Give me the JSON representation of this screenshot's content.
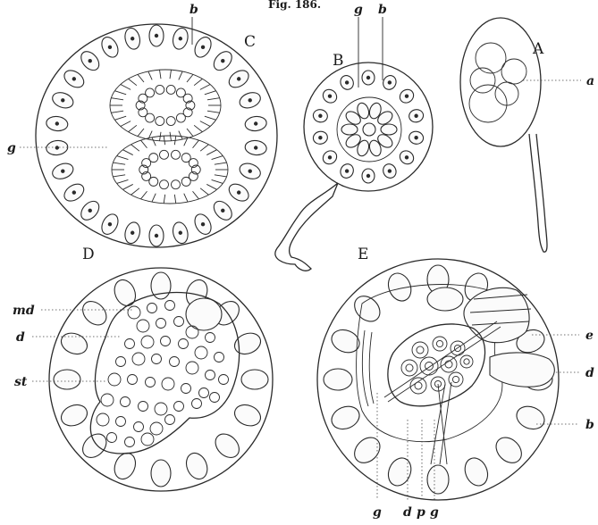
{
  "figure": {
    "header": "Fig. 186.",
    "panels": {
      "A": "A",
      "B": "B",
      "C": "C",
      "D": "D",
      "E": "E"
    },
    "labels": {
      "a": "a",
      "b_top": "b",
      "g_c": "g",
      "g_b": "g",
      "b_b": "b",
      "md": "md",
      "d_d": "d",
      "st": "st",
      "e": "e",
      "d_e": "d",
      "b_e": "b",
      "g1": "g",
      "d_bottom": "d",
      "p_bottom": "p",
      "g2": "g"
    }
  }
}
